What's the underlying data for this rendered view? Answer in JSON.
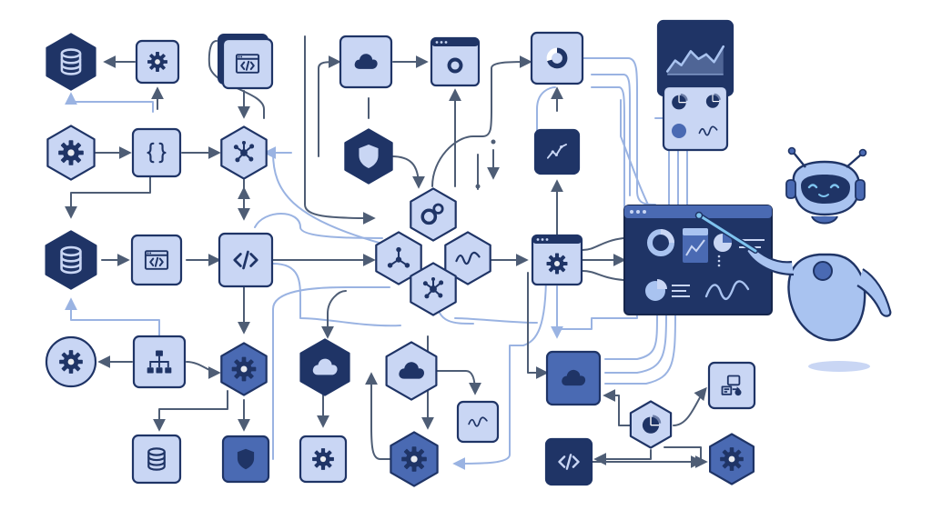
{
  "colors": {
    "navy": "#1f3466",
    "mid": "#4a6ab3",
    "light": "#b4c6ee",
    "pale": "#c9d6f4",
    "wire": "#4e5d75",
    "wire_light": "#9ab3e2",
    "robot": "#a9c3f0",
    "accent": "#7fc4ef"
  },
  "nodes": [
    {
      "id": "db-top",
      "shape": "hex",
      "style": "navy",
      "icon": "database-icon"
    },
    {
      "id": "gear-1",
      "shape": "square",
      "style": "light",
      "icon": "gear-icon"
    },
    {
      "id": "code-window-top",
      "shape": "stack",
      "style": "light",
      "icon": "code-window-icon"
    },
    {
      "id": "cloud-top",
      "shape": "square",
      "style": "light",
      "icon": "cloud-icon"
    },
    {
      "id": "window-ring-top",
      "shape": "window",
      "style": "light",
      "icon": "ring-icon"
    },
    {
      "id": "donut-top",
      "shape": "square",
      "style": "light",
      "icon": "donut-chart-icon"
    },
    {
      "id": "line-chart-panel",
      "shape": "square",
      "style": "navy",
      "icon": "area-chart-icon"
    },
    {
      "id": "pie-panel",
      "shape": "square",
      "style": "light",
      "icon": "pie-wave-icon"
    },
    {
      "id": "gear-hex-left",
      "shape": "hex",
      "style": "light",
      "icon": "gear-icon"
    },
    {
      "id": "braces",
      "shape": "square",
      "style": "light",
      "icon": "braces-icon"
    },
    {
      "id": "network-hex",
      "shape": "hex",
      "style": "light",
      "icon": "network-icon"
    },
    {
      "id": "shield-hex",
      "shape": "hex",
      "style": "navy",
      "icon": "shield-icon"
    },
    {
      "id": "trend-small",
      "shape": "square",
      "style": "navy",
      "icon": "trend-icon"
    },
    {
      "id": "db-mid",
      "shape": "hex",
      "style": "navy",
      "icon": "database-icon"
    },
    {
      "id": "code-window-mid",
      "shape": "square",
      "style": "light",
      "icon": "code-window-icon"
    },
    {
      "id": "code-mid",
      "shape": "square",
      "style": "light",
      "icon": "code-icon"
    },
    {
      "id": "cluster-gears",
      "shape": "hex",
      "style": "light",
      "icon": "gears-icon"
    },
    {
      "id": "cluster-node",
      "shape": "hex",
      "style": "light",
      "icon": "node-icon"
    },
    {
      "id": "cluster-wave",
      "shape": "hex",
      "style": "light",
      "icon": "wave-icon"
    },
    {
      "id": "cluster-network",
      "shape": "hex",
      "style": "light",
      "icon": "network-icon"
    },
    {
      "id": "window-gear",
      "shape": "window",
      "style": "light",
      "icon": "gear-icon"
    },
    {
      "id": "gear-circle",
      "shape": "circle",
      "style": "light",
      "icon": "gear-icon"
    },
    {
      "id": "hierarchy",
      "shape": "square",
      "style": "light",
      "icon": "hierarchy-icon"
    },
    {
      "id": "gear-hex-mid",
      "shape": "hex",
      "style": "mid",
      "icon": "gear-icon"
    },
    {
      "id": "cloud-hex-navy",
      "shape": "hex",
      "style": "navy",
      "icon": "cloud-icon"
    },
    {
      "id": "cloud-hex-light",
      "shape": "hex",
      "style": "light",
      "icon": "cloud-icon"
    },
    {
      "id": "wave-small",
      "shape": "square",
      "style": "light",
      "icon": "wave-icon"
    },
    {
      "id": "cloud-square-mid",
      "shape": "square",
      "style": "mid",
      "icon": "cloud-icon"
    },
    {
      "id": "pie-hex",
      "shape": "hex",
      "style": "light",
      "icon": "pie-chart-icon"
    },
    {
      "id": "transfer",
      "shape": "square",
      "style": "light",
      "icon": "transfer-icon"
    },
    {
      "id": "db-bottom",
      "shape": "square",
      "style": "light",
      "icon": "database-icon"
    },
    {
      "id": "shield-square",
      "shape": "square",
      "style": "mid",
      "icon": "shield-icon"
    },
    {
      "id": "gear-square-bottom",
      "shape": "square",
      "style": "light",
      "icon": "gear-icon"
    },
    {
      "id": "gear-hex-bottom",
      "shape": "hex",
      "style": "mid",
      "icon": "gear-icon"
    },
    {
      "id": "code-navy-bottom",
      "shape": "square",
      "style": "navy",
      "icon": "code-icon"
    },
    {
      "id": "gear-hex-right",
      "shape": "hex",
      "style": "mid",
      "icon": "gear-icon"
    }
  ],
  "dashboard": {
    "style": "navy",
    "widgets": [
      "donut-chart-icon",
      "line-chart-icon",
      "pie-chart-icon",
      "wave-icon"
    ]
  },
  "robot": {
    "icon": "robot-icon",
    "tool": "pointer-stick-icon"
  }
}
